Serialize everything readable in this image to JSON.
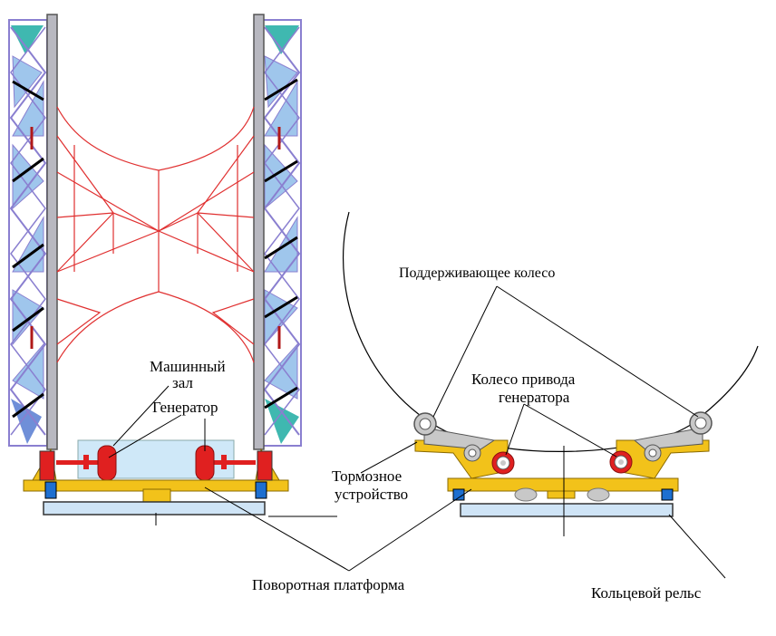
{
  "labels": {
    "machine_hall_line1": "Машинный",
    "machine_hall_line2": "зал",
    "generator": "Генератор",
    "support_wheel": "Поддерживающее колесо",
    "drive_wheel_line1": "Колесо привода",
    "drive_wheel_line2": "генератора",
    "brake_line1": "Тормозное",
    "brake_line2": "устройство",
    "rotating_platform": "Поворотная платформа",
    "ring_rail": "Кольцевой рельс"
  },
  "colors": {
    "truss_outline": "#8a7fd0",
    "truss_fill_teal": "#3fb8b0",
    "truss_fill_blue": "#9fc6ec",
    "cable_red": "#e03030",
    "platform_yellow": "#f2c21a",
    "hall_blue": "#cfe8f8",
    "generator_red": "#e02020",
    "wheel_gray": "#c8c8c8",
    "bearing_blue": "#1e6fd0"
  }
}
